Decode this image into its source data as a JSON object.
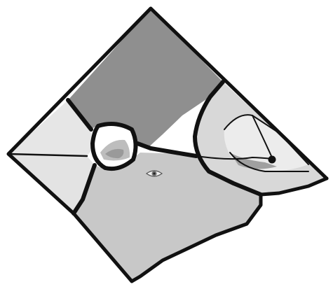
{
  "figure": {
    "regions": [
      {
        "id": "top-dark-region",
        "fill_hex": "#8f8f8f"
      },
      {
        "id": "left-light-region",
        "fill_hex": "#e6e6e6"
      },
      {
        "id": "left-lower-region",
        "fill_hex": "#e3e3e3"
      },
      {
        "id": "bottom-large-region",
        "fill_hex": "#c8c8c8"
      },
      {
        "id": "right-ring-region",
        "fill_hex": "#d8d8d8"
      },
      {
        "id": "right-inner-light",
        "fill_hex": "#ececec"
      },
      {
        "id": "right-inner-band",
        "fill_hex": "#a0a0a0"
      },
      {
        "id": "left-small-circle",
        "fill_hex": "#ffffff"
      }
    ],
    "icons": [
      "eye-icon",
      "focus-point-icon"
    ],
    "stroke_hex": "#111111"
  }
}
